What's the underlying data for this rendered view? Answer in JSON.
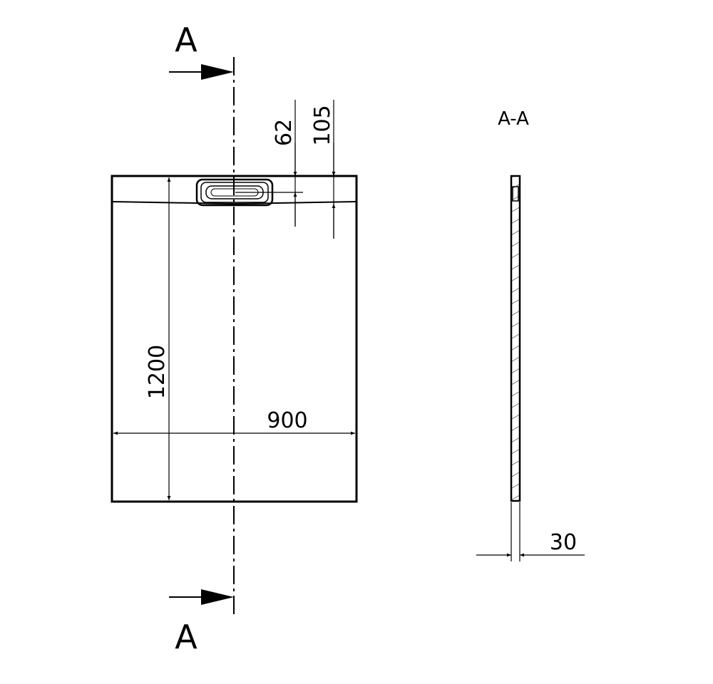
{
  "drawing": {
    "section_marker_top": "A",
    "section_marker_bottom": "A",
    "section_view_title": "A-A",
    "dimensions": {
      "width": "900",
      "length": "1200",
      "drain_offset_inner": "62",
      "drain_offset_outer": "105",
      "thickness": "30"
    }
  }
}
